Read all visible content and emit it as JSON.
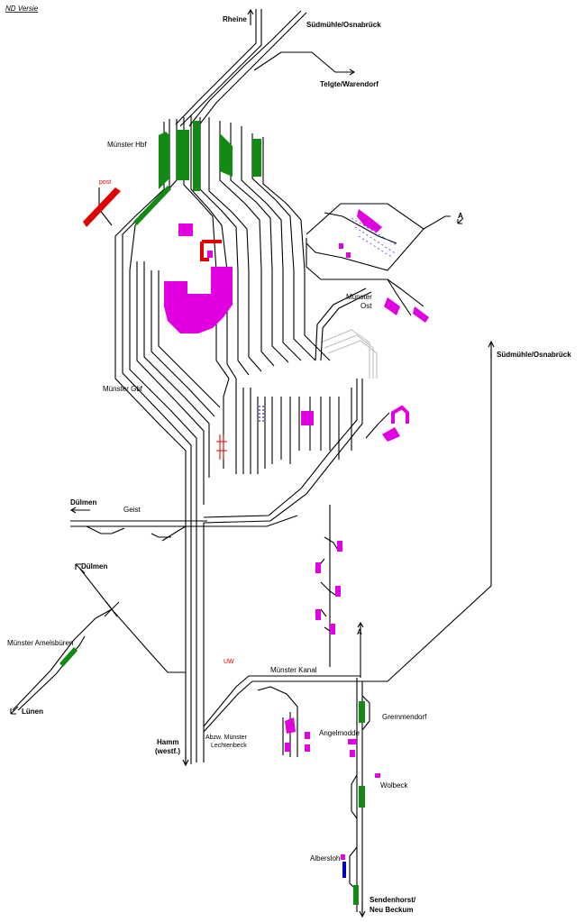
{
  "version_label": "ND Versie",
  "labels": {
    "rheine": "Rheine",
    "suedmuehle_top": "Südmühle/Osnabrück",
    "telgte": "Telgte/Warendorf",
    "muenster_hbf": "Münster Hbf",
    "post": "post",
    "muenster_ost_1": "Münster",
    "muenster_ost_2": "Ost",
    "a_top": "A",
    "suedmuehle_right": "Südmühle/Osnabrück",
    "muenster_gbf": "Münster Gbf",
    "duelmen_1": "Dülmen",
    "geist": "Geist",
    "duelmen_2": "Dülmen",
    "a_mid": "A",
    "muenster_amelsbueren": "Münster Amelsbüren",
    "uw": "UW",
    "muenster_kanal": "Münster Kanal",
    "luenen": "Lünen",
    "gremmendorf": "Gremmendorf",
    "angelmodde": "Angelmodde",
    "hamm_1": "Hamm",
    "hamm_2": "(westf.)",
    "abzw_1": "Abzw. Münster",
    "abzw_2": "Lechtenbeck",
    "wolbeck": "Wolbeck",
    "albersloh": "Albersloh",
    "sendenhorst_1": "Sendenhorst/",
    "sendenhorst_2": "Neu Beckum"
  },
  "colors": {
    "track": "#000000",
    "platform_green": "#138a13",
    "industry_magenta": "#e000e0",
    "post_red": "#e00000",
    "blue": "#0000c0"
  }
}
